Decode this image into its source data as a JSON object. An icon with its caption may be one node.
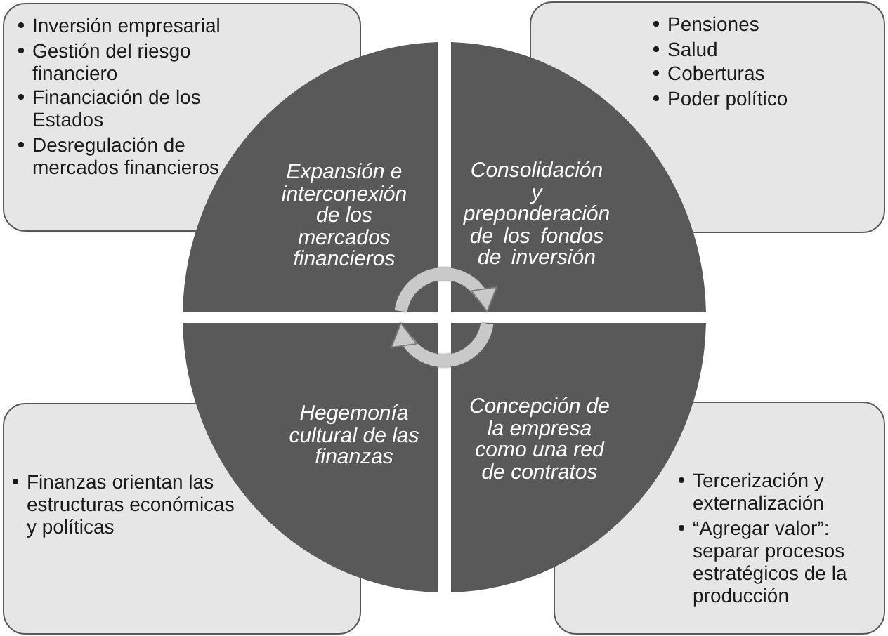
{
  "diagram": {
    "nodes": [
      {
        "text": [
          "Inversión empresarial",
          "Gestión del riesgo financiero",
          "Financiación de los Estados",
          "Desregulación de mercados financieros"
        ]
      },
      {
        "text": [
          "Pensiones",
          "Salud",
          "Coberturas",
          "Poder político"
        ]
      },
      {
        "text": [
          "Expansión e interconexión de los mercados financieros"
        ]
      },
      {
        "text": [
          "Consolidación y preponderación de los fondos de inversión"
        ]
      },
      {
        "text": [
          "Hegemonía cultural de las finanzas"
        ]
      },
      {
        "text": [
          "Concepción de la empresa como una red de contratos"
        ]
      },
      {
        "text": [
          "Finanzas orientan las estructuras económicas y políticas"
        ]
      },
      {
        "text": [
          "Tercerización y externalización",
          "“Agregar valor”: separar procesos estratégicos de la producción"
        ]
      }
    ],
    "edges": [
      {
        "from": 2,
        "to": 3,
        "arrow": "to"
      },
      {
        "from": 5,
        "to": 4,
        "arrow": "to"
      }
    ]
  }
}
